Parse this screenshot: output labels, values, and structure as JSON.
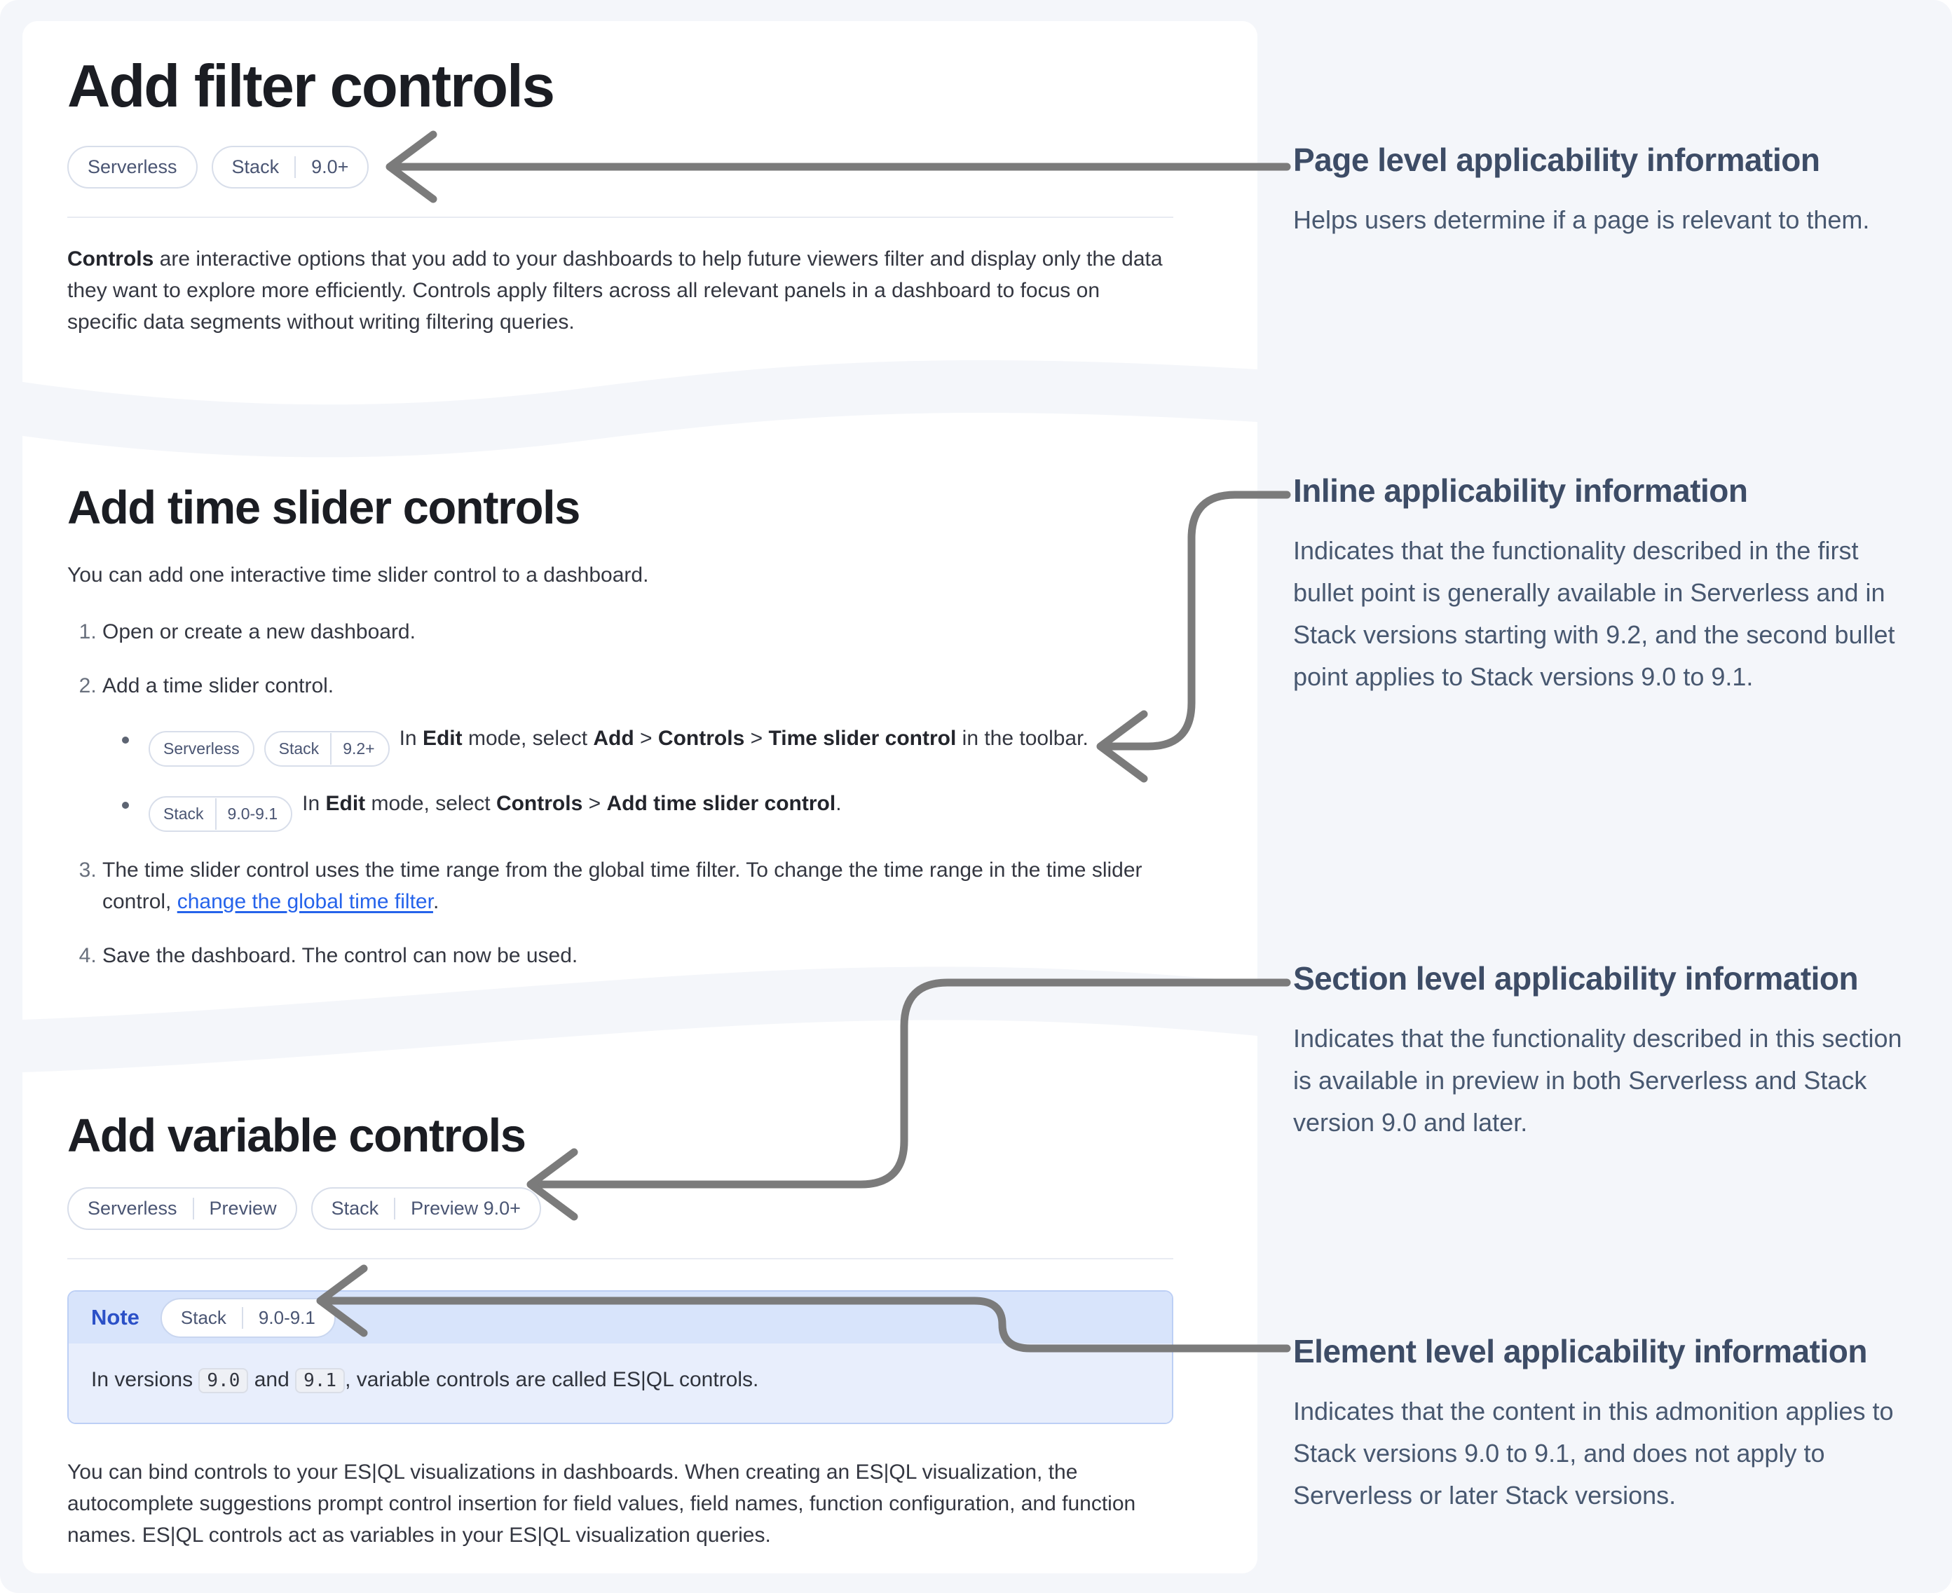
{
  "page": {
    "background": "#f4f6fa",
    "card_background": "#ffffff",
    "link_color": "#2563eb",
    "arrow_color": "#7b7b7b",
    "note_header_color": "#d8e4fb",
    "note_body_color": "#e8eefc",
    "note_label_color": "#2b50c7"
  },
  "sections": {
    "filter": {
      "heading": "Add filter controls",
      "badges": [
        {
          "parts": [
            "Serverless"
          ]
        },
        {
          "parts": [
            "Stack",
            "9.0+"
          ]
        }
      ],
      "body": [
        {
          "t": "Controls",
          "s": "b"
        },
        {
          "t": " are interactive options that you add to your dashboards to help future viewers filter and display only the data they want to explore more efficiently. Controls apply filters across all relevant panels in a dashboard to focus on specific data segments without writing filtering queries."
        }
      ]
    },
    "timeslider": {
      "heading": "Add time slider controls",
      "intro": "You can add one interactive time slider control to a dashboard.",
      "step1": "Open or create a new dashboard.",
      "step2": "Add a time slider control.",
      "bullet1_badges": [
        {
          "parts": [
            "Serverless"
          ]
        },
        {
          "parts": [
            "Stack",
            "9.2+"
          ]
        }
      ],
      "bullet1": [
        {
          "t": "In "
        },
        {
          "t": "Edit",
          "s": "b"
        },
        {
          "t": " mode, select "
        },
        {
          "t": "Add",
          "s": "b"
        },
        {
          "t": " > "
        },
        {
          "t": "Controls",
          "s": "b"
        },
        {
          "t": " > "
        },
        {
          "t": "Time slider control",
          "s": "b"
        },
        {
          "t": " in the toolbar."
        }
      ],
      "bullet2_badges": [
        {
          "parts": [
            "Stack",
            "9.0-9.1"
          ]
        }
      ],
      "bullet2": [
        {
          "t": "In "
        },
        {
          "t": "Edit",
          "s": "b"
        },
        {
          "t": " mode, select "
        },
        {
          "t": "Controls",
          "s": "b"
        },
        {
          "t": " > "
        },
        {
          "t": "Add time slider control",
          "s": "b"
        },
        {
          "t": "."
        }
      ],
      "step3": [
        {
          "t": "The time slider control uses the time range from the global time filter. To change the time range in the time slider control, "
        },
        {
          "t": "change the global time filter",
          "s": "a"
        },
        {
          "t": "."
        }
      ],
      "step4": "Save the dashboard. The control can now be used."
    },
    "variable": {
      "heading": "Add variable controls",
      "badges": [
        {
          "parts": [
            "Serverless",
            "Preview"
          ]
        },
        {
          "parts": [
            "Stack",
            "Preview 9.0+"
          ]
        }
      ],
      "note": {
        "label": "Note",
        "badges": [
          {
            "parts": [
              "Stack",
              "9.0-9.1"
            ]
          }
        ],
        "body": [
          {
            "t": "In versions "
          },
          {
            "t": "9.0",
            "s": "c"
          },
          {
            "t": " and "
          },
          {
            "t": "9.1",
            "s": "c"
          },
          {
            "t": ", variable controls are called ES|QL controls."
          }
        ]
      },
      "body": "You can bind controls to your ES|QL visualizations in dashboards. When creating an ES|QL visualization, the autocomplete suggestions prompt control insertion for field values, field names, function configuration, and function names. ES|QL controls act as variables in your ES|QL visualization queries."
    }
  },
  "annotations": {
    "page_level": {
      "title": "Page level applicability information",
      "body": "Helps users determine if a page is relevant to them."
    },
    "inline_level": {
      "title": "Inline applicability information",
      "body": "Indicates that the functionality described in the first bullet point is generally available in Serverless and in Stack versions starting with 9.2, and the second bullet point applies to Stack versions 9.0 to 9.1."
    },
    "section_level": {
      "title": "Section level applicability information",
      "body": "Indicates that the functionality described in this section is available in preview in both Serverless and Stack version 9.0 and later."
    },
    "element_level": {
      "title": "Element level applicability information",
      "body": "Indicates that the content in this admonition applies to Stack versions 9.0 to 9.1, and does not apply to Serverless or later Stack versions."
    }
  }
}
